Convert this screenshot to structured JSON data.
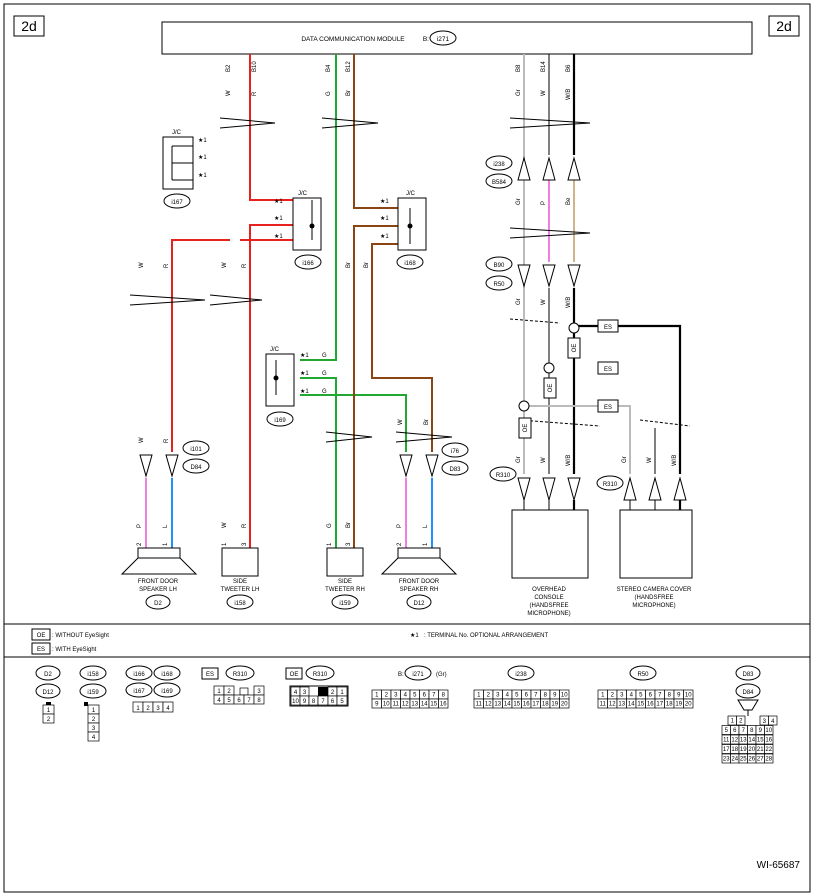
{
  "corner": "2d",
  "module": {
    "title": "DATA COMMUNICATION MODULE",
    "conn_prefix": "B:",
    "conn": "i271"
  },
  "pins_top": [
    "B2",
    "B10",
    "B4",
    "B12",
    "B8",
    "B14",
    "B6"
  ],
  "colors_top": [
    "W",
    "R",
    "G",
    "Br",
    "Gr",
    "W",
    "W/B"
  ],
  "jc_label": "J/C",
  "star": "★1",
  "conns": {
    "i167": "i167",
    "i166": "i166",
    "i168": "i168",
    "i169": "i169",
    "i238": "i238",
    "b584": "B584",
    "b90": "B90",
    "r50": "R50",
    "i101": "i101",
    "d84": "D84",
    "i76": "i76",
    "d83": "D83",
    "r310a": "R310",
    "r310b": "R310",
    "d2": "D2",
    "i158": "i158",
    "i159": "i159",
    "d12": "D12"
  },
  "wire_colors": {
    "lh_w": "W",
    "lh_r": "R",
    "tw_w": "W",
    "tw_r": "R",
    "rh_br1": "Br",
    "rh_br2": "Br",
    "g1": "G",
    "g2": "G",
    "g3": "G",
    "grp_gr": "Gr",
    "grp_p": "P",
    "grp_be": "Be",
    "grp2_gr": "Gr",
    "grp2_w": "W",
    "grp2_wb": "W/B",
    "spk_lh_w": "W",
    "spk_lh_r": "R",
    "rh_w": "W",
    "rh_br3": "Br",
    "cons_gr": "Gr",
    "cons_w": "W",
    "cons_wb": "W/B",
    "cam_gr": "Gr",
    "cam_w": "W",
    "cam_wb": "W/B",
    "b_p": "P",
    "b_l": "L",
    "b_w": "W",
    "b_r": "R",
    "b_g": "G",
    "b_br": "Br",
    "b_p2": "P",
    "b_l2": "L"
  },
  "pin_nums": {
    "p2": "2",
    "p1": "1",
    "p3": "3",
    "p1b": "1",
    "p1c": "1",
    "p3b": "3",
    "p2b": "2",
    "p1d": "1"
  },
  "tags": {
    "oe": "OE",
    "es": "ES"
  },
  "components": {
    "fd_lh": [
      "FRONT DOOR",
      "SPEAKER LH"
    ],
    "tw_lh": [
      "SIDE",
      "TWEETER LH"
    ],
    "tw_rh": [
      "SIDE",
      "TWEETER RH"
    ],
    "fd_rh": [
      "FRONT DOOR",
      "SPEAKER RH"
    ],
    "console": [
      "OVERHEAD",
      "CONSOLE",
      "(HANDSFREE",
      "MICROPHONE)"
    ],
    "camera": [
      "STEREO CAMERA COVER",
      "(HANDSFREE",
      "MICROPHONE)"
    ]
  },
  "legend": {
    "oe_text": ": WITHOUT EyeSight",
    "es_text": ": WITH EyeSight",
    "star_text": ": TERMINAL No. OPTIONAL ARRANGEMENT"
  },
  "connector_views": {
    "i271_color": "(Gr)",
    "row_1_8": [
      "1",
      "2",
      "3",
      "4",
      "5",
      "6",
      "7",
      "8"
    ],
    "row_9_16": [
      "9",
      "10",
      "11",
      "12",
      "13",
      "14",
      "15",
      "16"
    ],
    "row_1_10": [
      "1",
      "2",
      "3",
      "4",
      "5",
      "6",
      "7",
      "8",
      "9",
      "10"
    ],
    "row_11_20": [
      "11",
      "12",
      "13",
      "14",
      "15",
      "16",
      "17",
      "18",
      "19",
      "20"
    ],
    "d83_rows": [
      [
        "1",
        "2",
        "3",
        "4"
      ],
      [
        "5",
        "6",
        "7",
        "8",
        "9",
        "10"
      ],
      [
        "11",
        "12",
        "13",
        "14",
        "15",
        "16"
      ],
      [
        "17",
        "18",
        "19",
        "20",
        "21",
        "22"
      ],
      [
        "23",
        "24",
        "25",
        "26",
        "27",
        "28"
      ]
    ],
    "es_r310": [
      [
        "1",
        "2",
        "3"
      ],
      [
        "4",
        "5",
        "6",
        "7",
        "8"
      ]
    ],
    "oe_r310": [
      [
        "4",
        "3",
        "2",
        "1"
      ],
      [
        "10",
        "9",
        "8",
        "7",
        "6",
        "5"
      ]
    ],
    "i166_row": [
      "1",
      "2",
      "3",
      "4"
    ],
    "i158_col": [
      "1",
      "2",
      "3",
      "4"
    ],
    "d2_col": [
      "1",
      "2"
    ]
  },
  "figure_id": "WI-65687"
}
